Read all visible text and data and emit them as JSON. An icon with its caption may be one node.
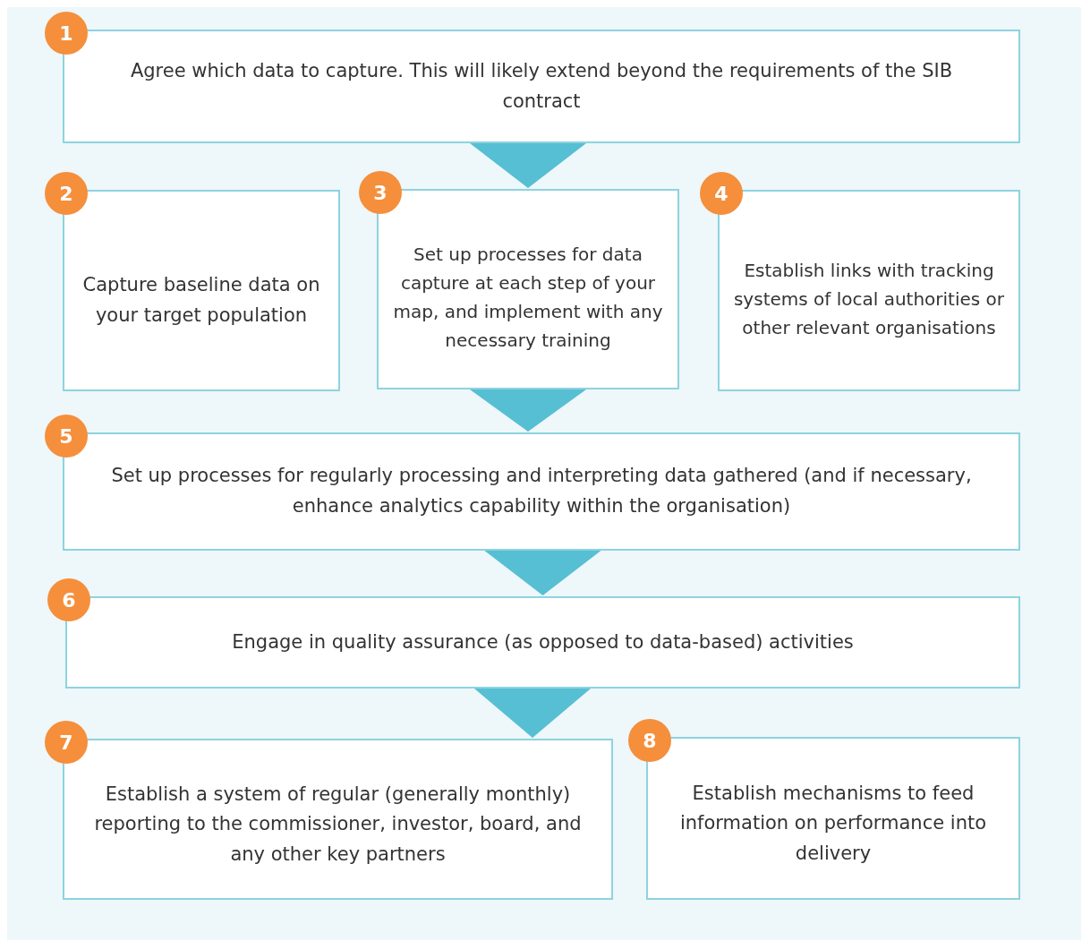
{
  "diagram": {
    "nodes": [
      {
        "text": [
          "1",
          "Agree which data to capture. This will likely extend beyond the requirements of the SIB contract"
        ]
      },
      {
        "text": [
          "2",
          "Capture baseline data on your target population"
        ]
      },
      {
        "text": [
          "3",
          "Set up processes for data capture at each step of your map, and implement with any necessary training"
        ]
      },
      {
        "text": [
          "4",
          "Establish links with tracking systems of local authorities or other relevant organisations"
        ]
      },
      {
        "text": [
          "5",
          "Set up processes for regularly processing and interpreting data gathered (and if necessary, enhance analytics capability within the organisation)"
        ]
      },
      {
        "text": [
          "6",
          "Engage in quality assurance (as opposed to data-based) activities"
        ]
      },
      {
        "text": [
          "7",
          "Establish a system of regular (generally monthly) reporting to the commissioner, investor, board, and any other key partners"
        ]
      },
      {
        "text": [
          "8",
          "Establish mechanisms to feed information on performance into delivery"
        ]
      }
    ],
    "edges": [
      {
        "from": 0,
        "to": 2,
        "arrow": "to"
      },
      {
        "from": 2,
        "to": 4,
        "arrow": "to"
      },
      {
        "from": 4,
        "to": 5,
        "arrow": "to"
      },
      {
        "from": 5,
        "to": 6,
        "arrow": "to"
      }
    ]
  }
}
